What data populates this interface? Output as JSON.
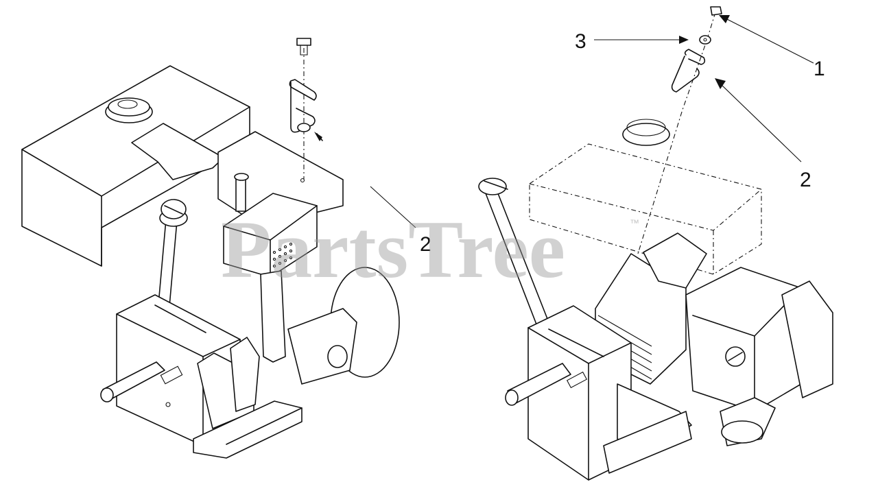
{
  "callouts": {
    "left_2": "2",
    "right_1": "1",
    "right_2": "2",
    "right_3": "3"
  },
  "watermark": {
    "text": "PartsTree",
    "trademark": "™"
  },
  "colors": {
    "line": "#111111",
    "background": "#ffffff",
    "watermark": "#9a9a9a"
  }
}
